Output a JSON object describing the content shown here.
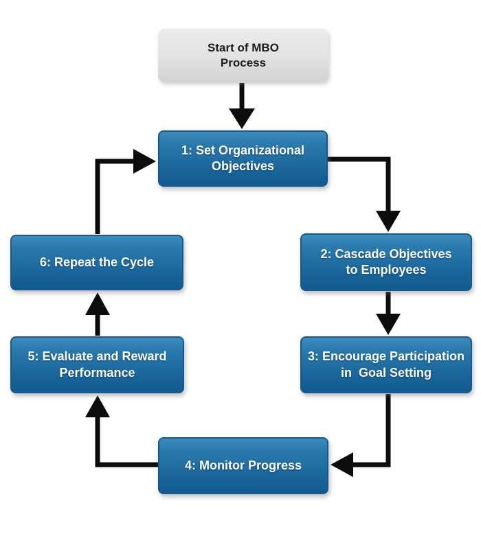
{
  "diagram": {
    "type": "flowchart-cycle",
    "nodes": {
      "start": {
        "label": "Start of MBO\nProcess"
      },
      "step1": {
        "label": "1: Set Organizational\nObjectives"
      },
      "step2": {
        "label": "2: Cascade Objectives\nto Employees"
      },
      "step3": {
        "label": "3: Encourage Participation\nin  Goal Setting"
      },
      "step4": {
        "label": "4: Monitor Progress"
      },
      "step5": {
        "label": "5: Evaluate and Reward\nPerformance"
      },
      "step6": {
        "label": "6: Repeat the Cycle"
      }
    },
    "edges": [
      {
        "from": "start",
        "to": "step1"
      },
      {
        "from": "step1",
        "to": "step2"
      },
      {
        "from": "step2",
        "to": "step3"
      },
      {
        "from": "step3",
        "to": "step4"
      },
      {
        "from": "step4",
        "to": "step5"
      },
      {
        "from": "step5",
        "to": "step6"
      },
      {
        "from": "step6",
        "to": "step1"
      }
    ]
  },
  "colors": {
    "node_blue_top": "#3e8cbd",
    "node_blue_bottom": "#0f5a8e",
    "node_blue_border": "#17598d",
    "start_gray_top": "#ececec",
    "start_gray_bottom": "#d2d2d2",
    "arrow": "#0c0c0c",
    "text_on_blue": "#ffffff",
    "text_on_gray": "#1d1d1d",
    "background": "#ffffff"
  }
}
